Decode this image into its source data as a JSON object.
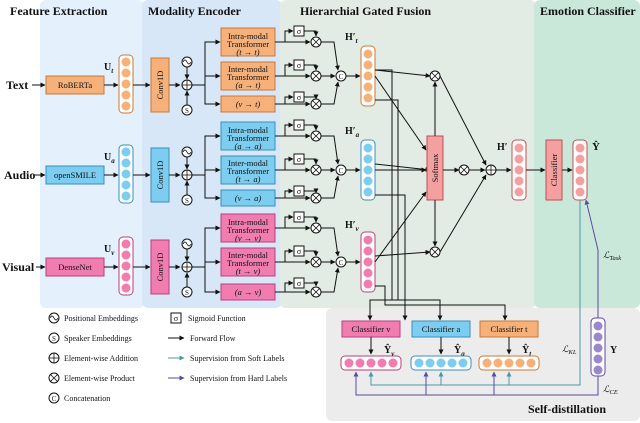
{
  "sections": {
    "feature_extraction": "Feature Extraction",
    "modality_encoder": "Modality Encoder",
    "hierarchical_gated_fusion": "Hierarchial Gated Fusion",
    "emotion_classifier": "Emotion Classifier",
    "self_distillation": "Self-distillation"
  },
  "modalities": {
    "text": {
      "label": "Text",
      "extractor": "RoBERTa",
      "u": "U",
      "u_sub": "t",
      "h": "H′",
      "h_sub": "t"
    },
    "audio": {
      "label": "Audio",
      "extractor": "openSMILE",
      "u": "U",
      "u_sub": "a",
      "h": "H′",
      "h_sub": "a"
    },
    "visual": {
      "label": "Visual",
      "extractor": "DenseNet",
      "u": "U",
      "u_sub": "v",
      "h": "H′",
      "h_sub": "v"
    }
  },
  "encoder": {
    "conv": "Conv1D",
    "intra_title": [
      "Intra-modal",
      "Transformer"
    ],
    "inter_title": [
      "Inter-modal",
      "Transformer"
    ],
    "text_rel": [
      "(t → t)",
      "(a → t)",
      "(v → t)"
    ],
    "audio_rel": [
      "(a → a)",
      "(t → a)",
      "(v → a)"
    ],
    "visual_rel": [
      "(v → v)",
      "(t → v)",
      "(a → v)"
    ]
  },
  "fusion": {
    "sigma": "σ",
    "concat": "C",
    "softmax": "Softmax",
    "h_fused": "H′"
  },
  "classifier": {
    "label": "Classifier",
    "y_hat": "Ŷ"
  },
  "distill": {
    "classifier_v": "Classifier v",
    "classifier_a": "Classifier a",
    "classifier_t": "Classifier t",
    "y_v": "Ŷ",
    "y_v_sub": "v",
    "y_a": "Ŷ",
    "y_a_sub": "a",
    "y_t": "Ŷ",
    "y_t_sub": "t",
    "y_true": "Y",
    "loss_task": "ℒ",
    "loss_task_sub": "Task",
    "loss_kl": "ℒ",
    "loss_kl_sub": "KL",
    "loss_ce": "ℒ",
    "loss_ce_sub": "CE"
  },
  "legend": {
    "positional": "Positional Embeddings",
    "speaker": "Speaker Embeddings",
    "addition": "Element-wise Addition",
    "product": "Element-wise Product",
    "concatenation": "Concatenation",
    "sigmoid": "Sigmoid Function",
    "forward": "Forward Flow",
    "soft": "Supervision from Soft Labels",
    "hard": "Supervision from Hard Labels"
  },
  "colors": {
    "text": "#f6b07a",
    "audio": "#7ccdf0",
    "visual": "#f07cb0",
    "fusion_bg": "#e3ece4",
    "encoder_bg": "#d7e7f8",
    "feature_bg": "#e4f0fc",
    "classifier_bg": "#c9e8da",
    "distill_bg": "#ececec",
    "soft_arrow": "#4a9aa6",
    "hard_arrow": "#5c4a9c"
  }
}
